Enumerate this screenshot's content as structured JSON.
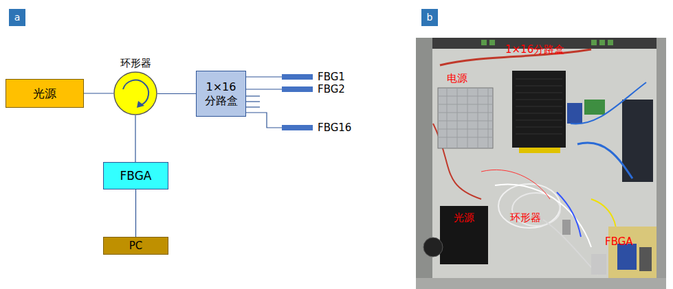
{
  "diagram": {
    "nodes": [
      {
        "text": [
          "a"
        ]
      },
      {
        "text": [
          "b"
        ]
      },
      {
        "text": [
          "光源"
        ]
      },
      {
        "text": [
          "环形器"
        ]
      },
      {
        "text": [
          "1×16 分路盒"
        ]
      },
      {
        "text": [
          "FBG1"
        ]
      },
      {
        "text": [
          "FBG2"
        ]
      },
      {
        "text": [
          "FBG16"
        ]
      },
      {
        "text": [
          "FBGA"
        ]
      },
      {
        "text": [
          "PC"
        ]
      }
    ],
    "edges": [
      {
        "from": 2,
        "to": 3,
        "arrow": "none"
      },
      {
        "from": 3,
        "to": 4,
        "arrow": "none"
      },
      {
        "from": 4,
        "to": 5,
        "arrow": "none"
      },
      {
        "from": 4,
        "to": 6,
        "arrow": "none"
      },
      {
        "from": 4,
        "to": 7,
        "arrow": "none"
      },
      {
        "from": 3,
        "to": 8,
        "arrow": "none"
      },
      {
        "from": 8,
        "to": 9,
        "arrow": "none"
      }
    ],
    "labels": [
      "1×16分路盒",
      "电源",
      "光源",
      "环形器",
      "FBGA"
    ]
  }
}
